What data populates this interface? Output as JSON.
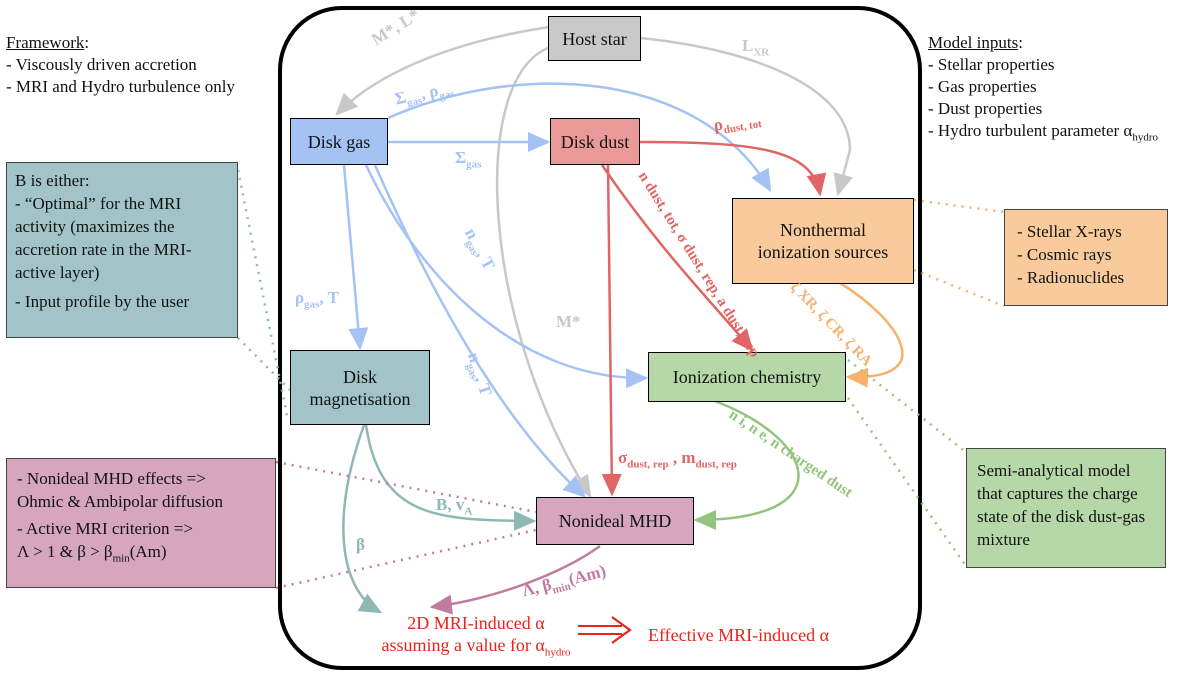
{
  "framework": {
    "heading": "Framework",
    "items": [
      "- Viscously driven accretion",
      "- MRI and Hydro turbulence only"
    ]
  },
  "model_inputs": {
    "heading": "Model inputs",
    "items": [
      "- Stellar properties",
      "- Gas properties",
      "- Dust properties",
      "- Hydro turbulent parameter α"
    ],
    "last_sub": "hydro"
  },
  "nodes": {
    "host_star": "Host star",
    "disk_gas": "Disk gas",
    "disk_dust": "Disk dust",
    "nonthermal_1": "Nonthermal",
    "nonthermal_2": "ionization sources",
    "disk_mag_1": "Disk",
    "disk_mag_2": "magnetisation",
    "ionization_chem": "Ionization chemistry",
    "nonideal_mhd": "Nonideal MHD"
  },
  "notes": {
    "b_field": {
      "line1": "B is either:",
      "para1": "- “Optimal” for the MRI activity (maximizes the accretion rate in the MRI-active layer)",
      "para2": "- Input profile by the user"
    },
    "ionization_sources": [
      "- Stellar X-rays",
      "- Cosmic rays",
      "- Radionuclides"
    ],
    "nonideal_effects": {
      "line1": "- Nonideal MHD effects =>",
      "line2": "Ohmic & Ambipolar diffusion",
      "line3": "- Active MRI criterion =>",
      "line4_main": "Λ > 1 & β > β",
      "line4_sub": "min",
      "line4_tail": "(Am)"
    },
    "semi_analytical": "Semi-analytical model that captures the charge state of the disk dust-gas mixture"
  },
  "edge_labels": {
    "m_l": "M*, L*",
    "lxr_main": "L",
    "lxr_sub": "XR",
    "sigma_rho_a": "Σ",
    "sigma_rho_a_sub": "gas",
    "sigma_rho_b": ", ρ",
    "sigma_rho_b_sub": "gas",
    "sigma_gas": "Σ",
    "sigma_gas_sub": "gas",
    "rho_dust": "ρ",
    "rho_dust_sub": "dust, tot",
    "rho_t": "ρ",
    "rho_t_sub": "gas",
    "rho_t_tail": ", T",
    "ngas_t1": "n",
    "ngas_t1_sub": "gas",
    "ngas_t1_tail": ", T",
    "ngas_t2": "n",
    "ngas_t2_sub": "gas",
    "ngas_t2_tail": ", T",
    "m_star": "M*",
    "dust_params": "n dust, tot, σ dust, rep, a dust, rep",
    "zeta": "ζ XR, ζ CR, ζ RA",
    "sigma_m_a": "σ",
    "sigma_m_a_sub": "dust, rep",
    "sigma_m_b": " , m",
    "sigma_m_b_sub": "dust, rep",
    "densities": "n i, n e, n charged dust",
    "b_va": "B, v",
    "b_va_sub": "A",
    "beta": "β",
    "lambda_a": "Λ, β",
    "lambda_sub": "min",
    "lambda_tail": "(Am)"
  },
  "result": {
    "left_1": "2D MRI-induced α",
    "left_2": "assuming a value for α",
    "left_2_sub": "hydro",
    "right": "Effective MRI-induced α"
  },
  "colors": {
    "grey_box": "#c9c9c9",
    "blue_box": "#a4c2f4",
    "red_box": "#ea9999",
    "orange_box": "#f9cb9c",
    "teal_box": "#a2c4c9",
    "green_box": "#b6d7a8",
    "pink_box": "#d5a6bd",
    "grey_line": "#c8c8c8",
    "blue_line": "#a4c2f4",
    "red_line": "#e06666",
    "orange_line": "#f6b26b",
    "teal_line": "#8fb8b4",
    "green_line": "#93c47d",
    "pink_line": "#c27ba0",
    "result_red": "#e8231c"
  }
}
